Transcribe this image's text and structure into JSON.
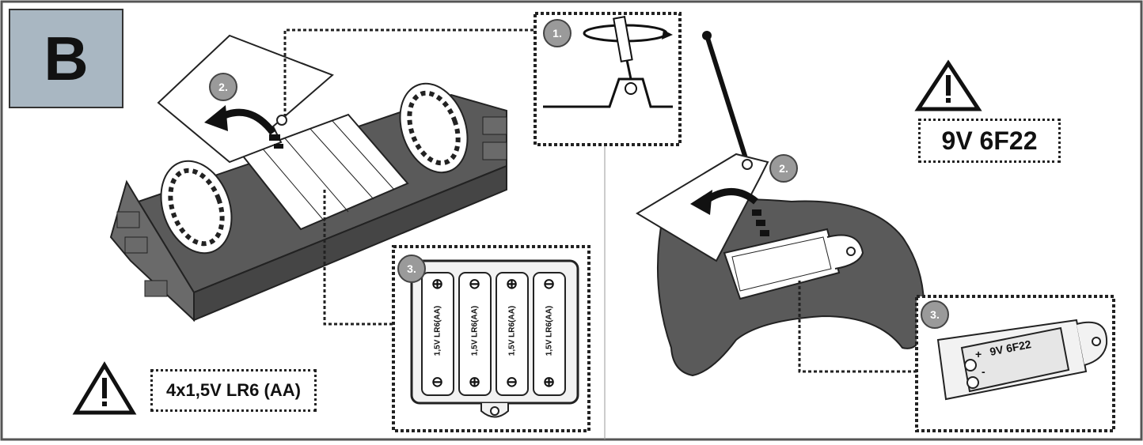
{
  "section": {
    "letter": "B"
  },
  "left": {
    "step2": "2.",
    "step3": "3.",
    "battery_spec": "4x1,5V LR6 (AA)",
    "cell_label": "1,5V LR6(AA)",
    "plus_symbol": "⊕",
    "minus_symbol": "⊖"
  },
  "top": {
    "step1": "1."
  },
  "right": {
    "step2": "2.",
    "step3": "3.",
    "battery_spec": "9V 6F22",
    "battery_label": "9V 6F22",
    "battery_plus": "+",
    "battery_minus": "-"
  },
  "icons": [
    "warning-triangle-icon",
    "warning-triangle-icon",
    "screwdriver-icon",
    "curved-arrow-icon"
  ],
  "colors": {
    "header_box": "#a9b7c2",
    "dark_body": "#5a5a5a",
    "step_badge": "#9a9a9a"
  }
}
